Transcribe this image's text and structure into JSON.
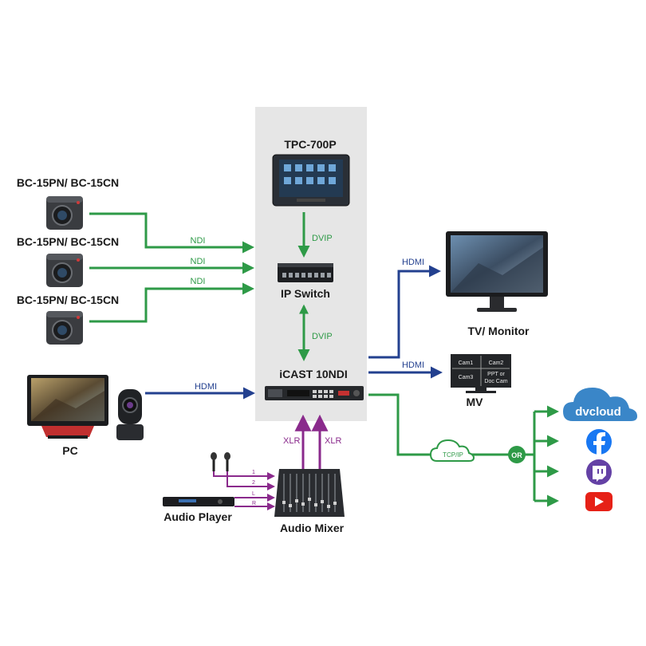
{
  "colors": {
    "ndi": "#2e9a47",
    "hdmi": "#23408f",
    "xlr": "#8a2a8c",
    "panel": "#e6e6e6",
    "dvcloud": "#3a86c8",
    "facebook": "#1877f2",
    "twitch": "#6441a5",
    "youtube": "#e62117"
  },
  "devices": {
    "tpc": "TPC-700P",
    "camera_1": "BC-15PN/ BC-15CN",
    "camera_2": "BC-15PN/ BC-15CN",
    "camera_3": "BC-15PN/ BC-15CN",
    "ip_switch": "IP Switch",
    "icast": "iCAST 10NDI",
    "tv_monitor": "TV/ Monitor",
    "mv": "MV",
    "pc": "PC",
    "audio_player": "Audio Player",
    "audio_mixer": "Audio Mixer"
  },
  "links": {
    "ndi_1": "NDI",
    "ndi_2": "NDI",
    "ndi_3": "NDI",
    "dvip_top": "DVIP",
    "dvip_bottom": "DVIP",
    "hdmi_pc": "HDMI",
    "hdmi_tv": "HDMI",
    "hdmi_mv": "HDMI",
    "xlr_1": "XLR",
    "xlr_2": "XLR",
    "tcpip": "TCP/IP",
    "or": "OR",
    "ch_1": "1",
    "ch_2": "2",
    "ch_l": "L",
    "ch_r": "R"
  },
  "mv_cells": {
    "cam1": "Cam1",
    "cam2": "Cam2",
    "cam3": "Cam3",
    "ppt_line1": "PPT or",
    "ppt_line2": "Doc Cam"
  },
  "services": {
    "dvcloud": "dvcloud",
    "facebook_icon": "facebook-icon",
    "twitch_icon": "twitch-icon",
    "youtube_icon": "youtube-icon"
  }
}
